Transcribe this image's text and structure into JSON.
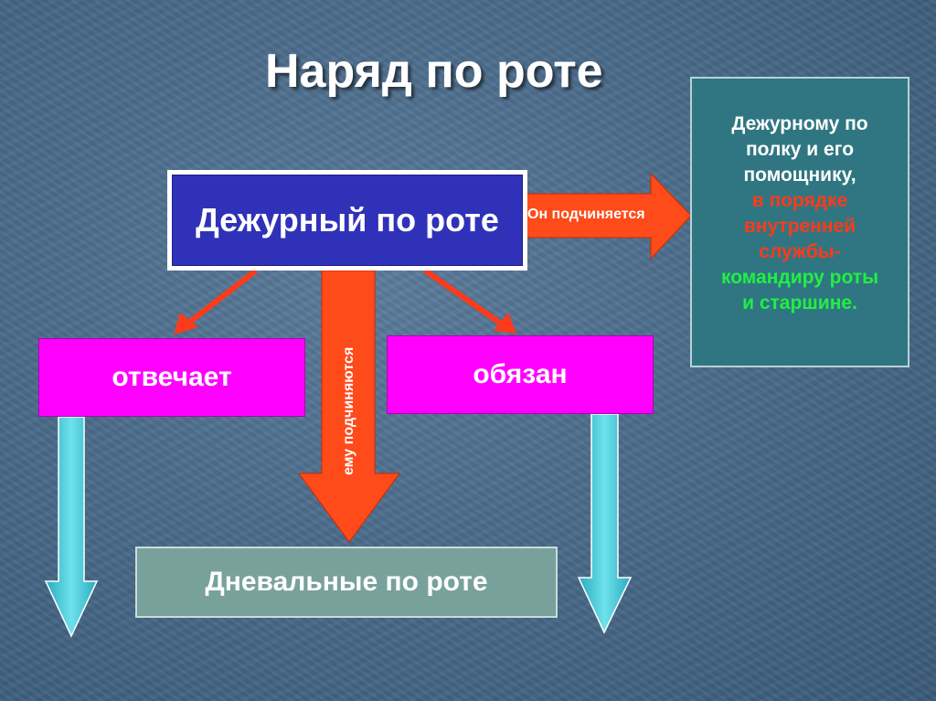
{
  "title": "Наряд по роте",
  "duty_officer": {
    "label": "Дежурный по роте"
  },
  "arrow_right_label": "Он подчиняется",
  "arrow_down_label": "ему подчиняются",
  "responsible": {
    "label": "отвечает"
  },
  "obliged": {
    "label": "обязан"
  },
  "orderlies": {
    "label": "Дневальные по роте"
  },
  "info": {
    "line1": "Дежурному по",
    "line2": "полку и его",
    "line3": "помощнику,",
    "line4": "в порядке",
    "line5": "внутренней",
    "line6": "службы-",
    "line7": "командиру роты",
    "line8": "и старшине."
  },
  "colors": {
    "accent_red": "#ff4a1a",
    "accent_cyan": "#3ec7d8",
    "info_white": "#ffffff",
    "info_red": "#ff3a1a",
    "info_green": "#22ee44"
  }
}
